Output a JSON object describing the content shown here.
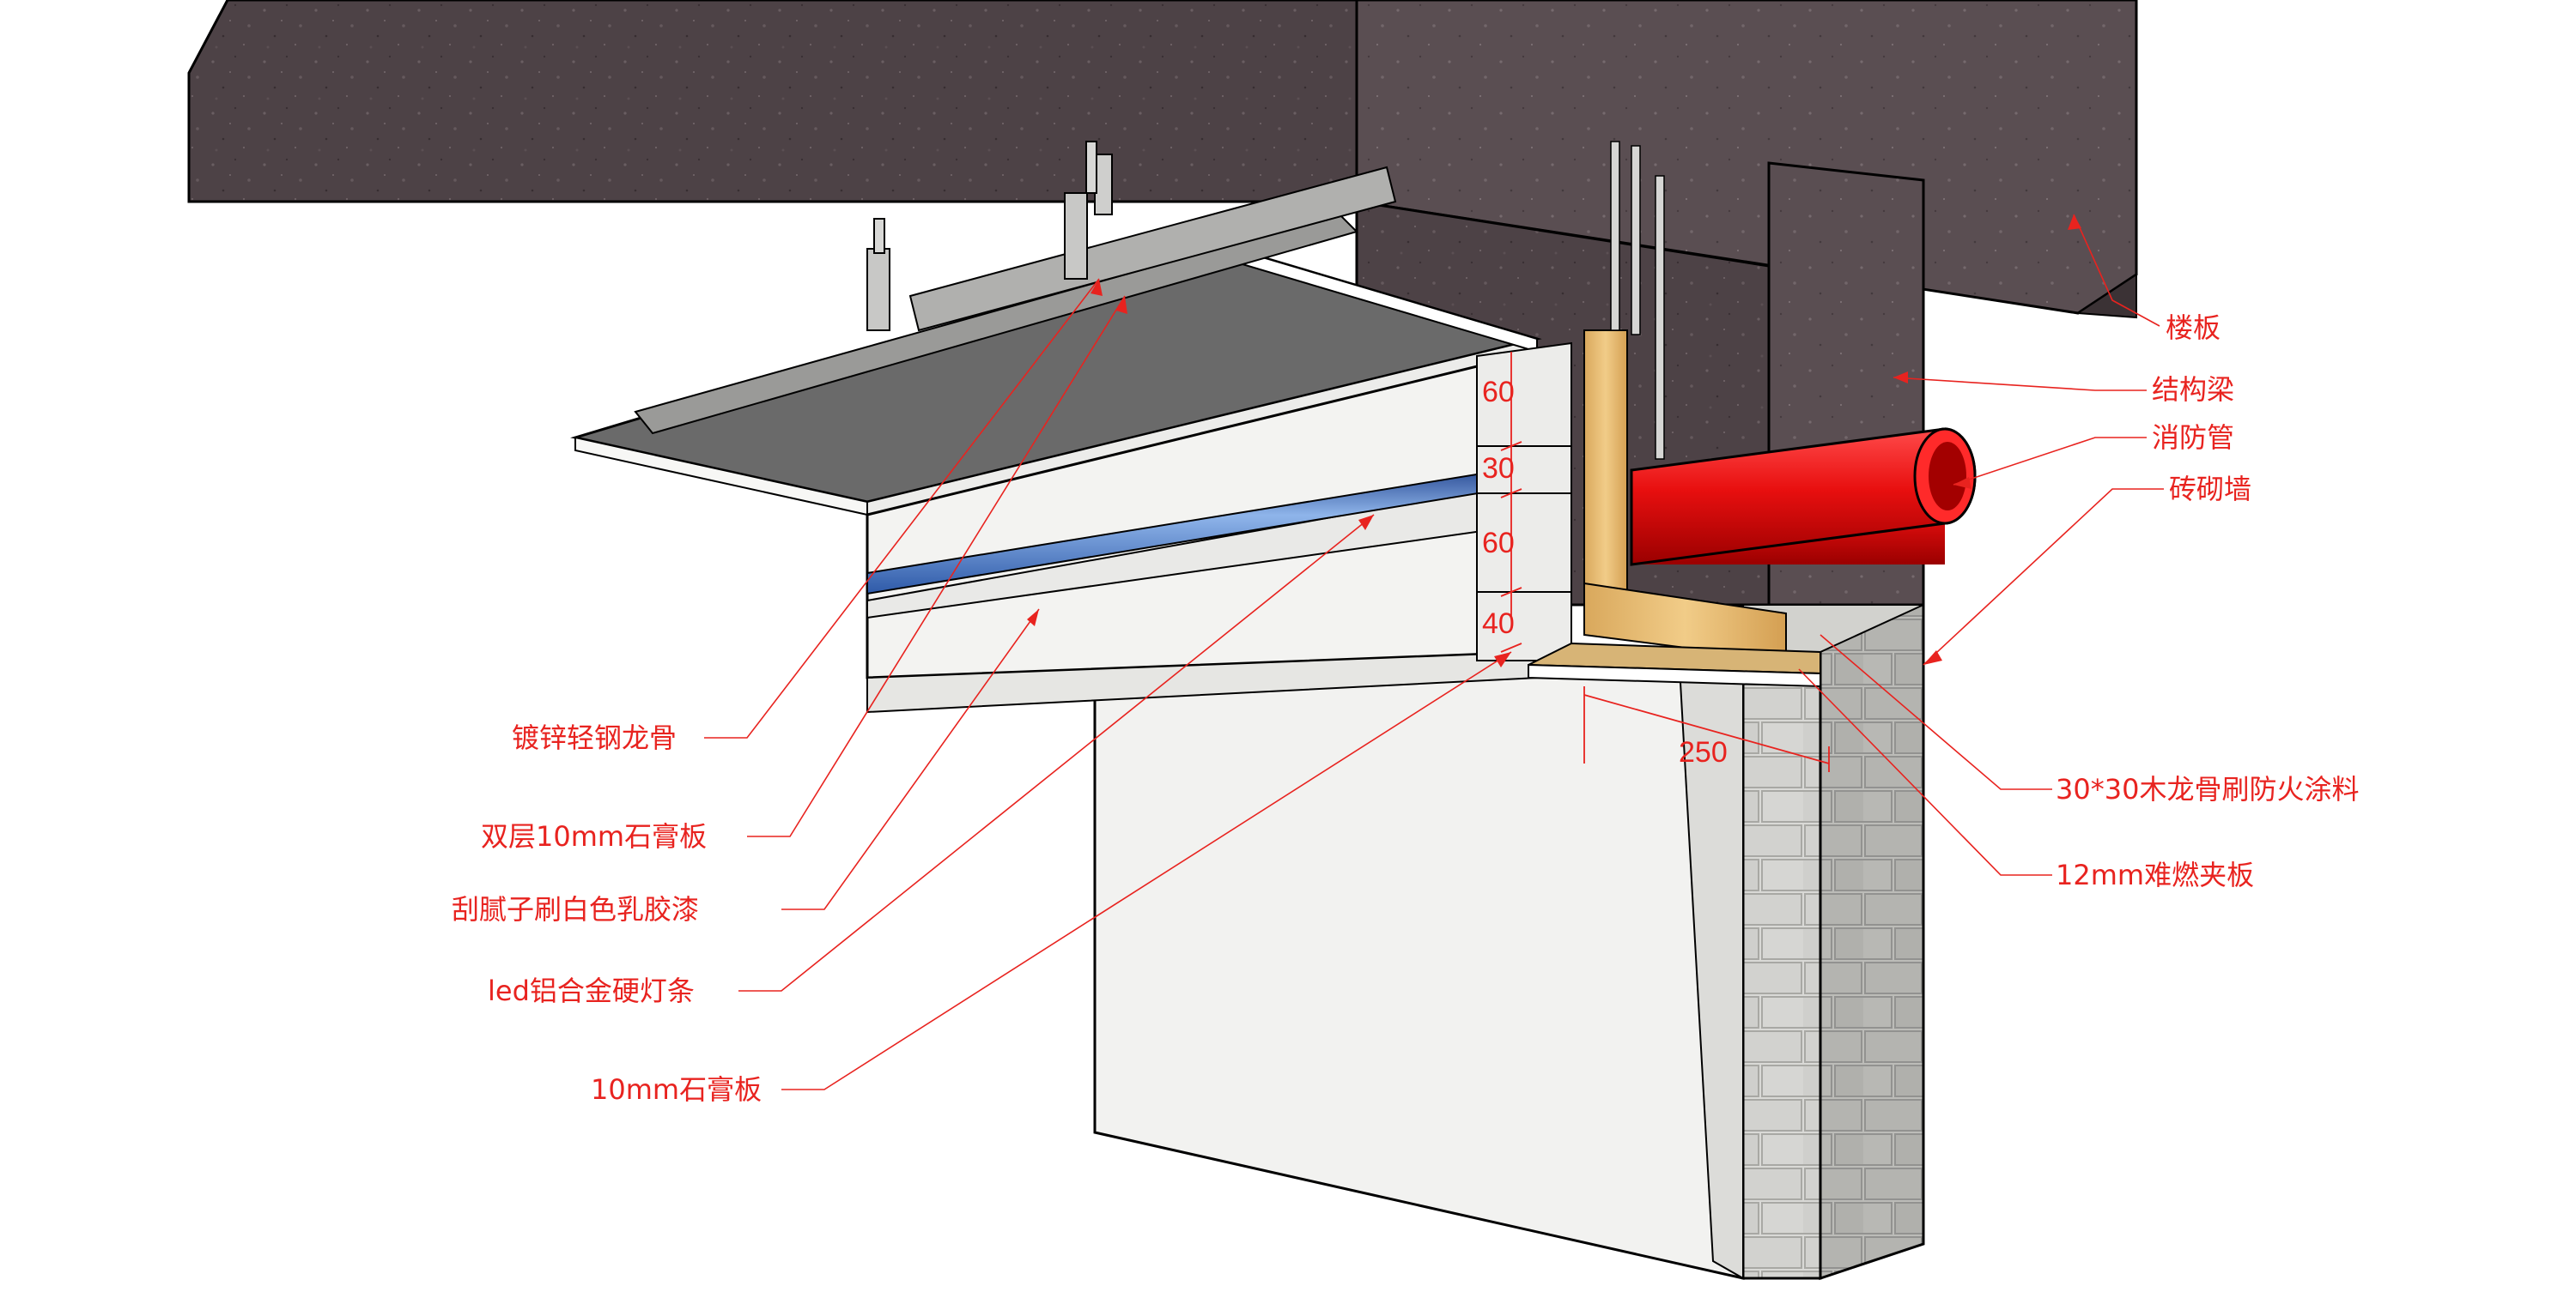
{
  "labels": {
    "floor_slab": "楼板",
    "structural_beam": "结构梁",
    "fire_pipe": "消防管",
    "brick_wall": "砖砌墙",
    "galvanized_keel": "镀锌轻钢龙骨",
    "double_gypsum": "双层10mm石膏板",
    "putty_paint": "刮腻子刷白色乳胶漆",
    "led_strip": "led铝合金硬灯条",
    "gypsum_10mm": "10mm石膏板",
    "wood_keel": "30*30木龙骨刷防火涂料",
    "fire_board": "12mm难燃夹板"
  },
  "dimensions": {
    "d1": "60",
    "d2": "30",
    "d3": "60",
    "d4": "40",
    "d5": "250"
  },
  "colors": {
    "annotation": "#e8231f",
    "slab": "#4a3f43",
    "pipe": "#e01010",
    "led": "#5b8fd6",
    "wood": "#e8c07a"
  }
}
